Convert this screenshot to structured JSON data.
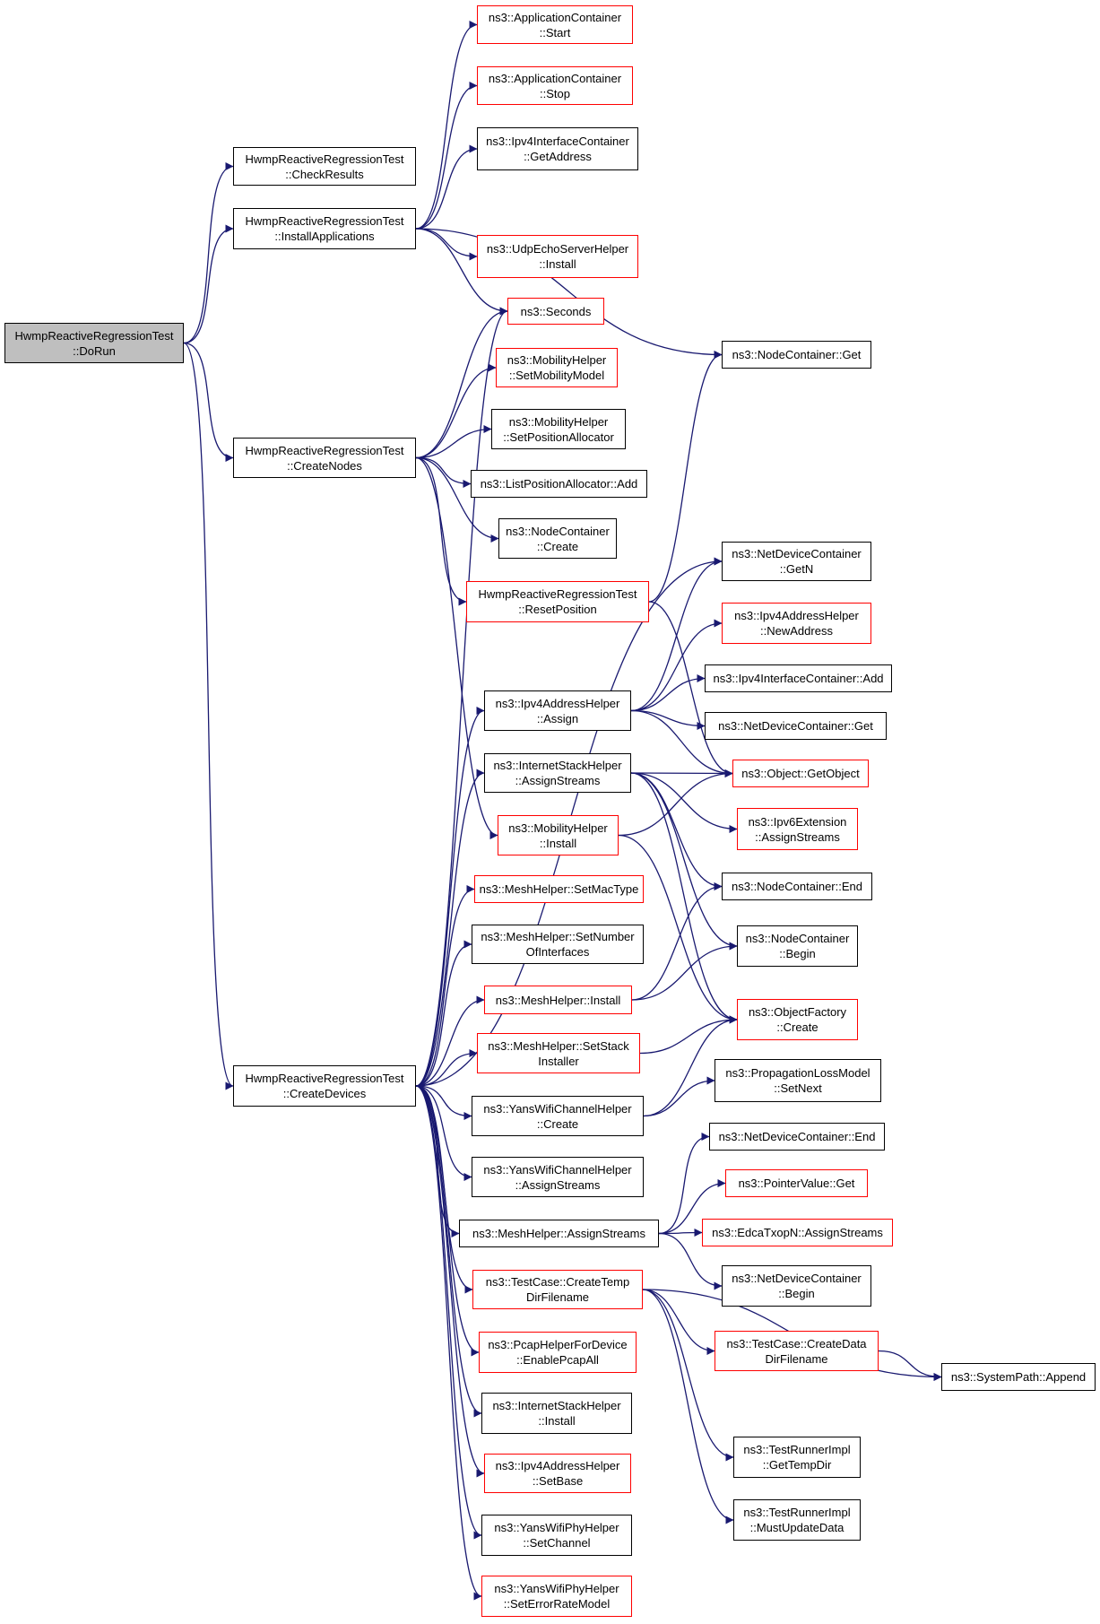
{
  "nodes": [
    {
      "id": "dorun",
      "lines": [
        "HwmpReactiveRegressionTest",
        "::DoRun"
      ],
      "style": "root"
    },
    {
      "id": "checkresults",
      "lines": [
        "HwmpReactiveRegressionTest",
        "::CheckResults"
      ],
      "style": "black"
    },
    {
      "id": "installapps",
      "lines": [
        "HwmpReactiveRegressionTest",
        "::InstallApplications"
      ],
      "style": "black"
    },
    {
      "id": "createnodes",
      "lines": [
        "HwmpReactiveRegressionTest",
        "::CreateNodes"
      ],
      "style": "black"
    },
    {
      "id": "createdevices",
      "lines": [
        "HwmpReactiveRegressionTest",
        "::CreateDevices"
      ],
      "style": "black"
    },
    {
      "id": "appstart",
      "lines": [
        "ns3::ApplicationContainer",
        "::Start"
      ],
      "style": "red"
    },
    {
      "id": "appstop",
      "lines": [
        "ns3::ApplicationContainer",
        "::Stop"
      ],
      "style": "red"
    },
    {
      "id": "ipv4ifgetaddr",
      "lines": [
        "ns3::Ipv4InterfaceContainer",
        "::GetAddress"
      ],
      "style": "black"
    },
    {
      "id": "udpecho",
      "lines": [
        "ns3::UdpEchoServerHelper",
        "::Install"
      ],
      "style": "red"
    },
    {
      "id": "seconds",
      "lines": [
        "ns3::Seconds"
      ],
      "style": "red"
    },
    {
      "id": "setmobmodel",
      "lines": [
        "ns3::MobilityHelper",
        "::SetMobilityModel"
      ],
      "style": "red"
    },
    {
      "id": "setposalloc",
      "lines": [
        "ns3::MobilityHelper",
        "::SetPositionAllocator"
      ],
      "style": "black"
    },
    {
      "id": "listposadd",
      "lines": [
        "ns3::ListPositionAllocator::Add"
      ],
      "style": "black"
    },
    {
      "id": "nodecontcreate",
      "lines": [
        "ns3::NodeContainer",
        "::Create"
      ],
      "style": "black"
    },
    {
      "id": "resetpos",
      "lines": [
        "HwmpReactiveRegressionTest",
        "::ResetPosition"
      ],
      "style": "red"
    },
    {
      "id": "nodecontget",
      "lines": [
        "ns3::NodeContainer::Get"
      ],
      "style": "black"
    },
    {
      "id": "ndcgetn",
      "lines": [
        "ns3::NetDeviceContainer",
        "::GetN"
      ],
      "style": "black"
    },
    {
      "id": "ipv4newaddr",
      "lines": [
        "ns3::Ipv4AddressHelper",
        "::NewAddress"
      ],
      "style": "red"
    },
    {
      "id": "ipv4assign",
      "lines": [
        "ns3::Ipv4AddressHelper",
        "::Assign"
      ],
      "style": "black"
    },
    {
      "id": "ipv4ifadd",
      "lines": [
        "ns3::Ipv4InterfaceContainer::Add"
      ],
      "style": "black"
    },
    {
      "id": "ndcget",
      "lines": [
        "ns3::NetDeviceContainer::Get"
      ],
      "style": "black"
    },
    {
      "id": "inetassign",
      "lines": [
        "ns3::InternetStackHelper",
        "::AssignStreams"
      ],
      "style": "black"
    },
    {
      "id": "getobject",
      "lines": [
        "ns3::Object::GetObject"
      ],
      "style": "red"
    },
    {
      "id": "mobinstall",
      "lines": [
        "ns3::MobilityHelper",
        "::Install"
      ],
      "style": "red"
    },
    {
      "id": "ipv6ext",
      "lines": [
        "ns3::Ipv6Extension",
        "::AssignStreams"
      ],
      "style": "red"
    },
    {
      "id": "setmactype",
      "lines": [
        "ns3::MeshHelper::SetMacType"
      ],
      "style": "red"
    },
    {
      "id": "nodecontend",
      "lines": [
        "ns3::NodeContainer::End"
      ],
      "style": "black"
    },
    {
      "id": "setnumif",
      "lines": [
        "ns3::MeshHelper::SetNumber",
        "OfInterfaces"
      ],
      "style": "black"
    },
    {
      "id": "nodecontbegin",
      "lines": [
        "ns3::NodeContainer",
        "::Begin"
      ],
      "style": "black"
    },
    {
      "id": "meshinstall",
      "lines": [
        "ns3::MeshHelper::Install"
      ],
      "style": "red"
    },
    {
      "id": "objfactcreate",
      "lines": [
        "ns3::ObjectFactory",
        "::Create"
      ],
      "style": "red"
    },
    {
      "id": "setstack",
      "lines": [
        "ns3::MeshHelper::SetStack",
        "Installer"
      ],
      "style": "red"
    },
    {
      "id": "proploss",
      "lines": [
        "ns3::PropagationLossModel",
        "::SetNext"
      ],
      "style": "black"
    },
    {
      "id": "yanschcreate",
      "lines": [
        "ns3::YansWifiChannelHelper",
        "::Create"
      ],
      "style": "black"
    },
    {
      "id": "ndcend",
      "lines": [
        "ns3::NetDeviceContainer::End"
      ],
      "style": "black"
    },
    {
      "id": "yanschassign",
      "lines": [
        "ns3::YansWifiChannelHelper",
        "::AssignStreams"
      ],
      "style": "black"
    },
    {
      "id": "ptrvalget",
      "lines": [
        "ns3::PointerValue::Get"
      ],
      "style": "red"
    },
    {
      "id": "meshassign",
      "lines": [
        "ns3::MeshHelper::AssignStreams"
      ],
      "style": "black"
    },
    {
      "id": "edcaassign",
      "lines": [
        "ns3::EdcaTxopN::AssignStreams"
      ],
      "style": "red"
    },
    {
      "id": "ndcbegin",
      "lines": [
        "ns3::NetDeviceContainer",
        "::Begin"
      ],
      "style": "black"
    },
    {
      "id": "createtemp",
      "lines": [
        "ns3::TestCase::CreateTemp",
        "DirFilename"
      ],
      "style": "red"
    },
    {
      "id": "createdata",
      "lines": [
        "ns3::TestCase::CreateData",
        "DirFilename"
      ],
      "style": "red"
    },
    {
      "id": "append",
      "lines": [
        "ns3::SystemPath::Append"
      ],
      "style": "black"
    },
    {
      "id": "pcap",
      "lines": [
        "ns3::PcapHelperForDevice",
        "::EnablePcapAll"
      ],
      "style": "red"
    },
    {
      "id": "inetinstall",
      "lines": [
        "ns3::InternetStackHelper",
        "::Install"
      ],
      "style": "black"
    },
    {
      "id": "gettempdir",
      "lines": [
        "ns3::TestRunnerImpl",
        "::GetTempDir"
      ],
      "style": "black"
    },
    {
      "id": "ipv4setbase",
      "lines": [
        "ns3::Ipv4AddressHelper",
        "::SetBase"
      ],
      "style": "red"
    },
    {
      "id": "mustupdate",
      "lines": [
        "ns3::TestRunnerImpl",
        "::MustUpdateData"
      ],
      "style": "black"
    },
    {
      "id": "setchannel",
      "lines": [
        "ns3::YansWifiPhyHelper",
        "::SetChannel"
      ],
      "style": "black"
    },
    {
      "id": "seterr",
      "lines": [
        "ns3::YansWifiPhyHelper",
        "::SetErrorRateModel"
      ],
      "style": "red"
    }
  ],
  "edges": [
    [
      "dorun",
      "checkresults"
    ],
    [
      "dorun",
      "installapps"
    ],
    [
      "dorun",
      "createnodes"
    ],
    [
      "dorun",
      "createdevices"
    ],
    [
      "installapps",
      "appstart"
    ],
    [
      "installapps",
      "appstop"
    ],
    [
      "installapps",
      "ipv4ifgetaddr"
    ],
    [
      "installapps",
      "udpecho"
    ],
    [
      "installapps",
      "seconds"
    ],
    [
      "installapps",
      "nodecontget"
    ],
    [
      "createnodes",
      "seconds"
    ],
    [
      "createnodes",
      "setmobmodel"
    ],
    [
      "createnodes",
      "setposalloc"
    ],
    [
      "createnodes",
      "listposadd"
    ],
    [
      "createnodes",
      "nodecontcreate"
    ],
    [
      "createnodes",
      "resetpos"
    ],
    [
      "createnodes",
      "mobinstall"
    ],
    [
      "resetpos",
      "nodecontget"
    ],
    [
      "resetpos",
      "getobject"
    ],
    [
      "createdevices",
      "seconds"
    ],
    [
      "createdevices",
      "ndcgetn"
    ],
    [
      "createdevices",
      "ipv4assign"
    ],
    [
      "createdevices",
      "inetassign"
    ],
    [
      "createdevices",
      "setmactype"
    ],
    [
      "createdevices",
      "setnumif"
    ],
    [
      "createdevices",
      "meshinstall"
    ],
    [
      "createdevices",
      "setstack"
    ],
    [
      "createdevices",
      "yanschcreate"
    ],
    [
      "createdevices",
      "yanschassign"
    ],
    [
      "createdevices",
      "meshassign"
    ],
    [
      "createdevices",
      "createtemp"
    ],
    [
      "createdevices",
      "pcap"
    ],
    [
      "createdevices",
      "inetinstall"
    ],
    [
      "createdevices",
      "ipv4setbase"
    ],
    [
      "createdevices",
      "setchannel"
    ],
    [
      "createdevices",
      "seterr"
    ],
    [
      "ipv4assign",
      "ndcgetn"
    ],
    [
      "ipv4assign",
      "ipv4newaddr"
    ],
    [
      "ipv4assign",
      "ipv4ifadd"
    ],
    [
      "ipv4assign",
      "ndcget"
    ],
    [
      "ipv4assign",
      "getobject"
    ],
    [
      "inetassign",
      "getobject"
    ],
    [
      "inetassign",
      "ipv6ext"
    ],
    [
      "inetassign",
      "nodecontend"
    ],
    [
      "inetassign",
      "nodecontbegin"
    ],
    [
      "inetassign",
      "objfactcreate"
    ],
    [
      "mobinstall",
      "getobject"
    ],
    [
      "mobinstall",
      "objfactcreate"
    ],
    [
      "meshinstall",
      "nodecontend"
    ],
    [
      "meshinstall",
      "nodecontbegin"
    ],
    [
      "setstack",
      "objfactcreate"
    ],
    [
      "yanschcreate",
      "objfactcreate"
    ],
    [
      "yanschcreate",
      "proploss"
    ],
    [
      "meshassign",
      "ndcend"
    ],
    [
      "meshassign",
      "ptrvalget"
    ],
    [
      "meshassign",
      "edcaassign"
    ],
    [
      "meshassign",
      "ndcbegin"
    ],
    [
      "createtemp",
      "createdata"
    ],
    [
      "createtemp",
      "append"
    ],
    [
      "createtemp",
      "gettempdir"
    ],
    [
      "createtemp",
      "mustupdate"
    ],
    [
      "createdata",
      "append"
    ]
  ]
}
